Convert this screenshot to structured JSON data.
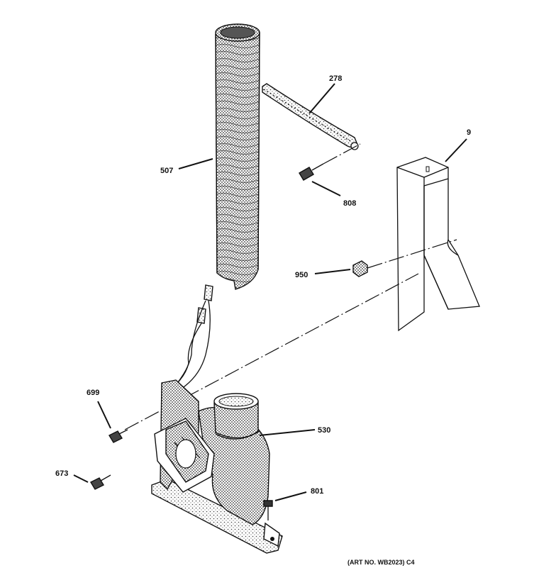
{
  "diagram": {
    "callouts": {
      "c278": "278",
      "c9": "9",
      "c507": "507",
      "c808": "808",
      "c950": "950",
      "c699": "699",
      "c530": "530",
      "c673": "673",
      "c801": "801"
    },
    "art_number": "(ART NO. WB2023) C4"
  },
  "colors": {
    "ink": "#111111",
    "shading": "#8a8a8a",
    "paper": "#ffffff"
  }
}
